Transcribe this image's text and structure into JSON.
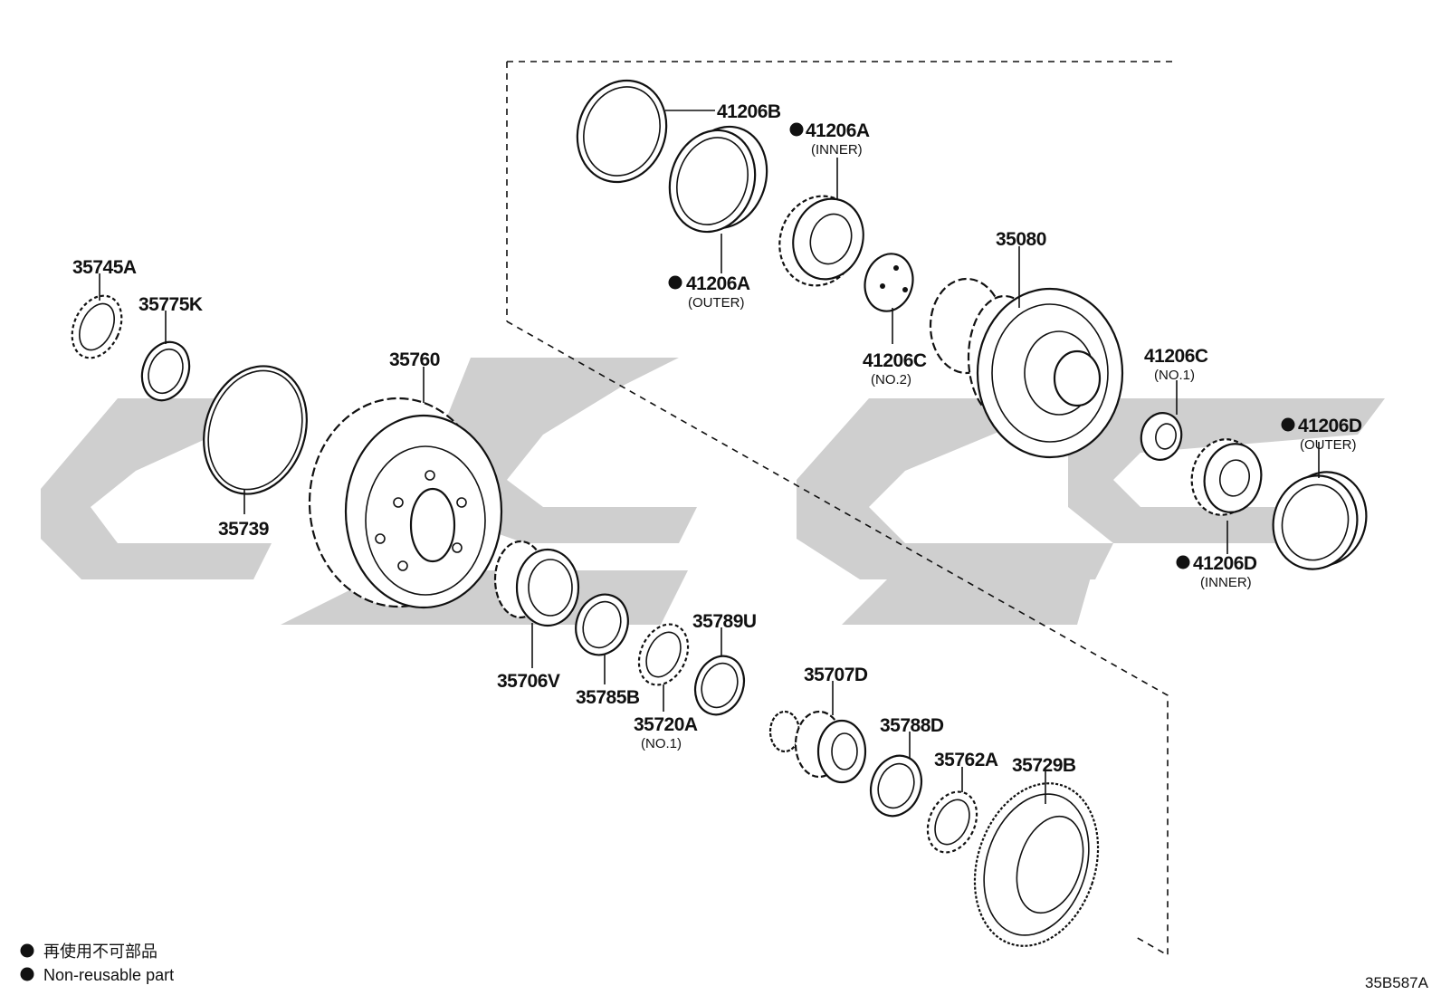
{
  "diagram_code": "35B587A",
  "legend": {
    "marker": "●",
    "line1": "再使用不可部品",
    "line2": "Non-reusable part"
  },
  "parts": {
    "p41206B": "41206B",
    "p41206A_inner": "41206A",
    "p41206A_inner_sub": "(INNER)",
    "p41206A_outer": "41206A",
    "p41206A_outer_sub": "(OUTER)",
    "p35080": "35080",
    "p41206C_no2": "41206C",
    "p41206C_no2_sub": "(NO.2)",
    "p41206C_no1": "41206C",
    "p41206C_no1_sub": "(NO.1)",
    "p41206D_outer": "41206D",
    "p41206D_outer_sub": "(OUTER)",
    "p41206D_inner": "41206D",
    "p41206D_inner_sub": "(INNER)",
    "p35745A": "35745A",
    "p35775K": "35775K",
    "p35760": "35760",
    "p35739": "35739",
    "p35706V": "35706V",
    "p35785B": "35785B",
    "p35720A": "35720A",
    "p35720A_sub": "(NO.1)",
    "p35789U": "35789U",
    "p35707D": "35707D",
    "p35788D": "35788D",
    "p35762A": "35762A",
    "p35729B": "35729B"
  }
}
